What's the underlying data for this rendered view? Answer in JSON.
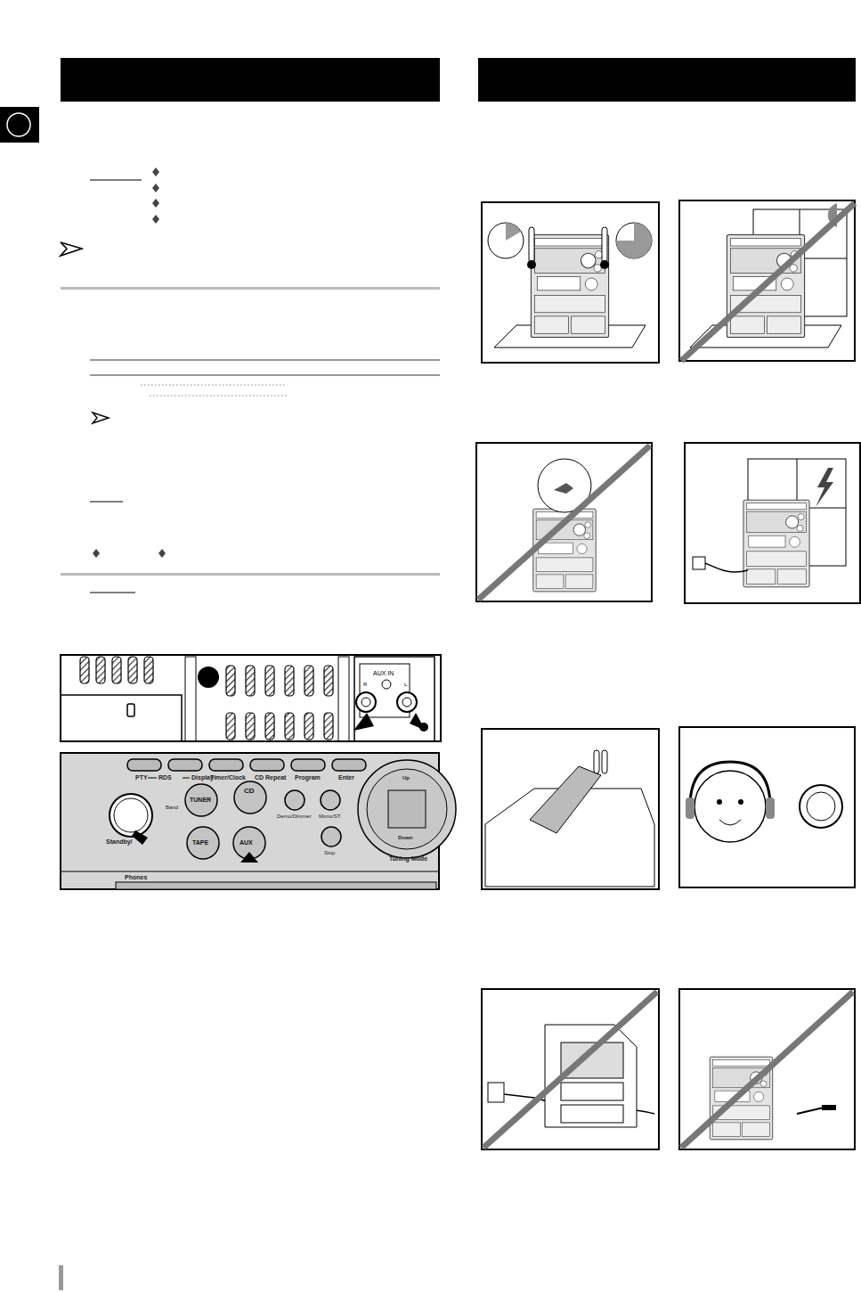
{
  "diagram": {
    "labels": [
      "AUX IN",
      "R",
      "L",
      "PTY",
      "RDS",
      "Display",
      "Timer/Clock",
      "CD Repeat",
      "Program",
      "Enter",
      "Band",
      "TUNER",
      "CD",
      "Standby/",
      "Demo/Dimmer",
      "Mono/ST.",
      "TAPE",
      "AUX",
      "Stop",
      "Up",
      "Down",
      "Tuning Mode",
      "Phones"
    ]
  }
}
